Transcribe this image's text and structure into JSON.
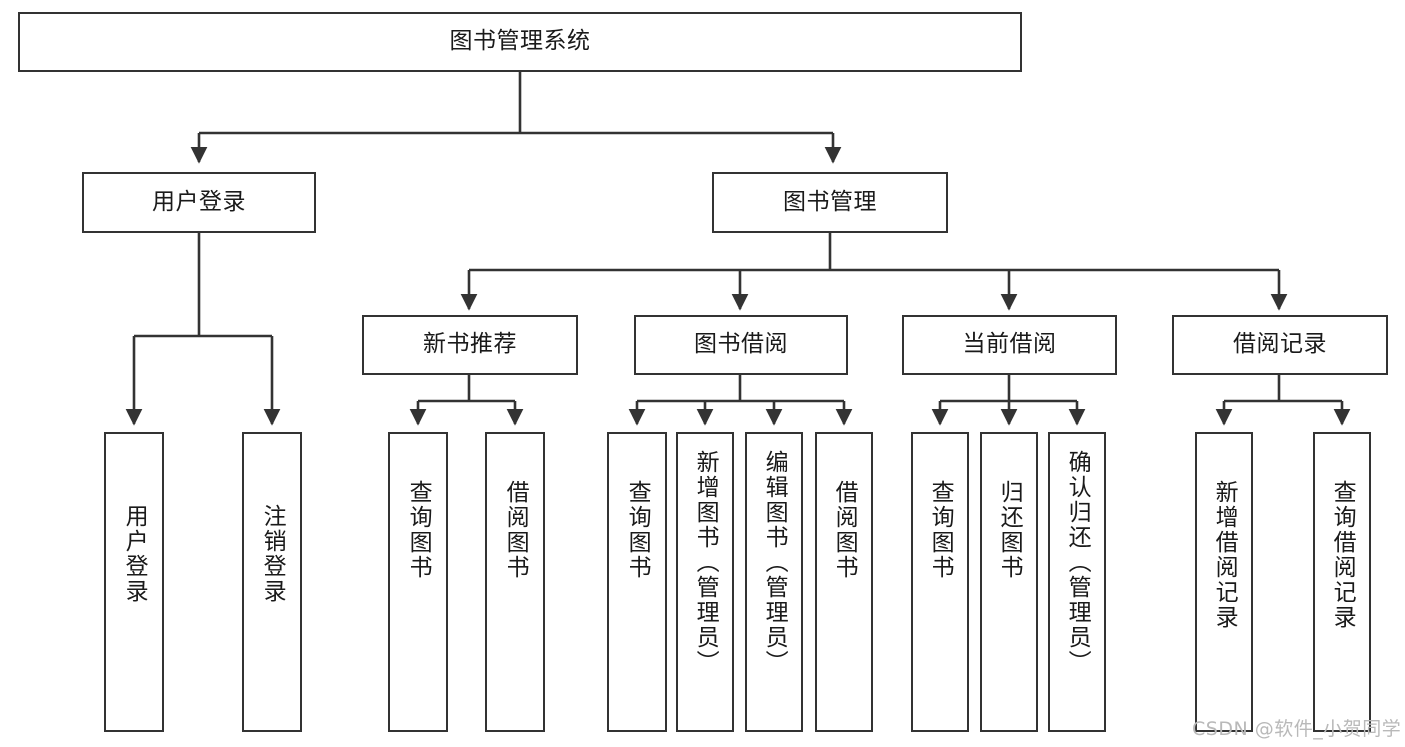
{
  "diagram": {
    "type": "tree-hierarchy-diagram",
    "title": "图书管理系统",
    "theme": {
      "background": "#ffffff",
      "box_border": "#333333",
      "box_fill": "#ffffff",
      "text": "#1a1a1a",
      "connector": "#333333",
      "watermark": "#b9b9b9"
    },
    "nodes": {
      "root": {
        "label": "图书管理系统"
      },
      "level2": [
        {
          "id": "user-login",
          "label": "用户登录"
        },
        {
          "id": "book-manage",
          "label": "图书管理"
        }
      ],
      "level3": [
        {
          "id": "new-book-rec",
          "label": "新书推荐"
        },
        {
          "id": "book-borrow",
          "label": "图书借阅"
        },
        {
          "id": "current-borrow",
          "label": "当前借阅"
        },
        {
          "id": "borrow-record",
          "label": "借阅记录"
        }
      ],
      "leaves": [
        {
          "id": "leaf-user-login",
          "label": "用户登录",
          "parent": "user-login"
        },
        {
          "id": "leaf-logout-login",
          "label": "注销登录",
          "parent": "user-login"
        },
        {
          "id": "leaf-query-book-1",
          "label": "查询图书",
          "parent": "new-book-rec"
        },
        {
          "id": "leaf-borrow-book-1",
          "label": "借阅图书",
          "parent": "new-book-rec"
        },
        {
          "id": "leaf-query-book-2",
          "label": "查询图书",
          "parent": "book-borrow"
        },
        {
          "id": "leaf-add-book",
          "label": "新增图书（管理员）",
          "parent": "book-borrow"
        },
        {
          "id": "leaf-edit-book",
          "label": "编辑图书（管理员）",
          "parent": "book-borrow"
        },
        {
          "id": "leaf-borrow-book-2",
          "label": "借阅图书",
          "parent": "book-borrow"
        },
        {
          "id": "leaf-query-book-3",
          "label": "查询图书",
          "parent": "current-borrow"
        },
        {
          "id": "leaf-return-book",
          "label": "归还图书",
          "parent": "current-borrow"
        },
        {
          "id": "leaf-confirm-return",
          "label": "确认归还（管理员）",
          "parent": "current-borrow"
        },
        {
          "id": "leaf-add-record",
          "label": "新增借阅记录",
          "parent": "borrow-record"
        },
        {
          "id": "leaf-query-record",
          "label": "查询借阅记录",
          "parent": "borrow-record"
        }
      ]
    },
    "watermark": "CSDN @软件_小贺同学"
  }
}
